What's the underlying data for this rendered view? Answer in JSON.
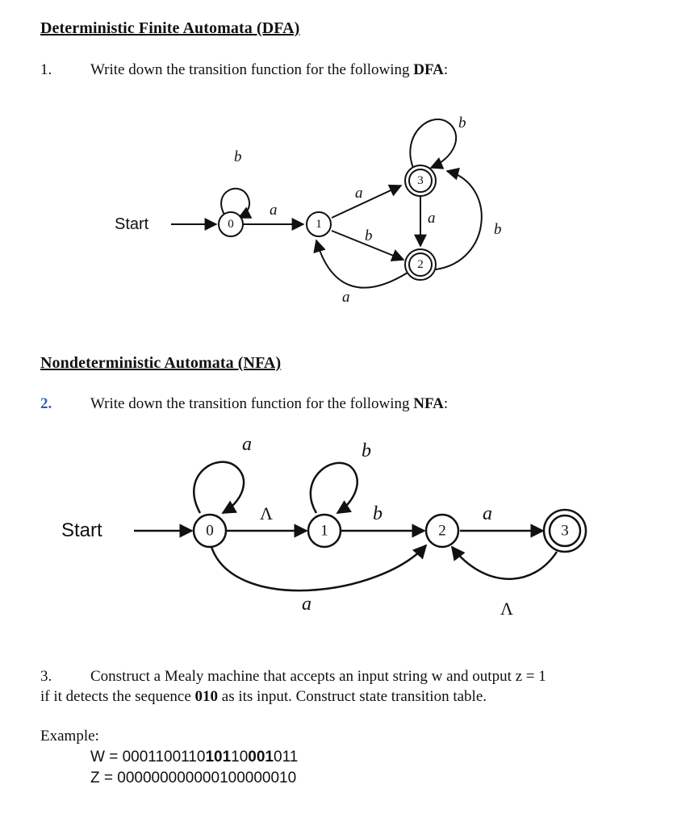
{
  "dfa_section": {
    "heading": "Deterministic Finite Automata (DFA)",
    "q1_number": "1.",
    "q1_text": "Write down the transition function for the following ",
    "q1_bold": "DFA",
    "q1_end": ":",
    "diagram": {
      "start_label": "Start",
      "states": [
        "0",
        "1",
        "3",
        "2"
      ],
      "edge_labels": {
        "loop0": "b",
        "e01": "a",
        "e13": "a",
        "e12": "b",
        "loop3": "b",
        "e32": "a",
        "e23": "b",
        "e21": "a"
      }
    }
  },
  "nfa_section": {
    "heading": "Nondeterministic Automata (NFA)",
    "q2_number": "2.",
    "q2_text": "Write down the transition function for the following ",
    "q2_bold": "NFA",
    "q2_end": ":",
    "diagram": {
      "start_label": "Start",
      "states": [
        "0",
        "1",
        "2",
        "3"
      ],
      "edge_labels": {
        "loop0": "a",
        "loop1": "b",
        "e01": "Λ",
        "e12": "b",
        "e23": "a",
        "e02": "a",
        "e32": "Λ"
      }
    }
  },
  "q3": {
    "number": "3.",
    "text_a": "Construct a Mealy machine that accepts an input string w and output z = 1",
    "text_b": "if it detects the sequence ",
    "bold_seq": "010",
    "text_c": " as its input.  Construct state transition table."
  },
  "example": {
    "label": "Example:",
    "w_prefix": "W = ",
    "w_parts": [
      "0001100110",
      "101",
      "10",
      "001",
      "011"
    ],
    "z_prefix": "Z =  ",
    "z_value": "000000000000100000010"
  }
}
